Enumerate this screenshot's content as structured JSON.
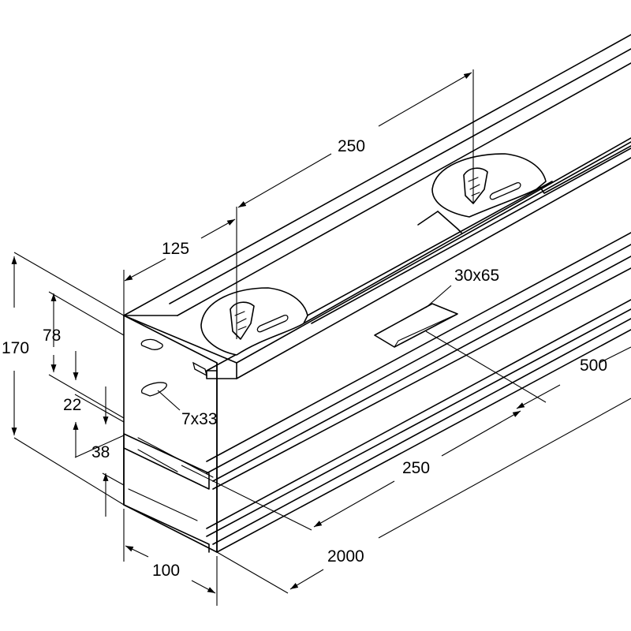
{
  "dimensions": {
    "top_spacing": "250",
    "top_offset": "125",
    "cutout_size": "30x65",
    "spacing_right": "500",
    "total_height": "170",
    "upper_height": "78",
    "gap_height": "22",
    "lower_height": "38",
    "slot_size": "7x33",
    "bottom_spacing": "250",
    "length": "2000",
    "width": "100"
  }
}
